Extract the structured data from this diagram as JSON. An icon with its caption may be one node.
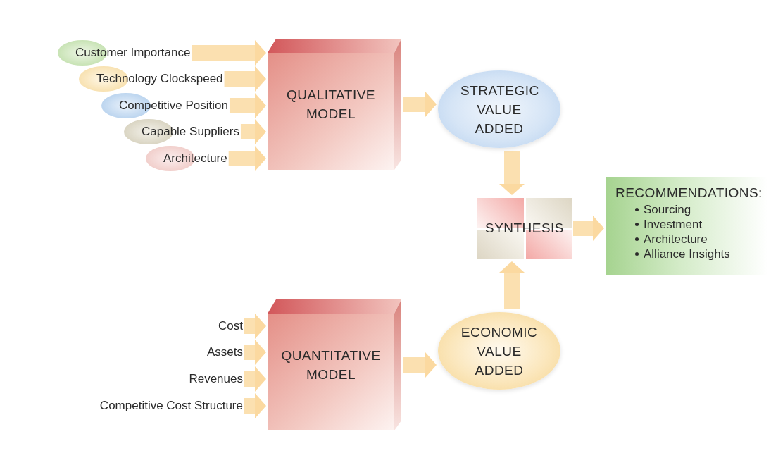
{
  "diagram": {
    "nodes": [
      {
        "text": [
          "Customer Importance"
        ]
      },
      {
        "text": [
          "Technology Clockspeed"
        ]
      },
      {
        "text": [
          "Competitive Position"
        ]
      },
      {
        "text": [
          "Capable Suppliers"
        ]
      },
      {
        "text": [
          "Architecture"
        ]
      },
      {
        "text": [
          "QUALITATIVE MODEL"
        ]
      },
      {
        "text": [
          "STRATEGIC VALUE ADDED"
        ]
      },
      {
        "text": [
          "SYNTHESIS"
        ]
      },
      {
        "text": [
          "RECOMMENDATIONS:",
          "Sourcing",
          "Investment",
          "Architecture",
          "Alliance Insights"
        ]
      },
      {
        "text": [
          "Cost"
        ]
      },
      {
        "text": [
          "Assets"
        ]
      },
      {
        "text": [
          "Revenues"
        ]
      },
      {
        "text": [
          "Competitive Cost Structure"
        ]
      },
      {
        "text": [
          "QUANTITATIVE MODEL"
        ]
      },
      {
        "text": [
          "ECONOMIC VALUE ADDED"
        ]
      }
    ],
    "edges": [
      {
        "from": 0,
        "to": 5,
        "arrow": "to"
      },
      {
        "from": 1,
        "to": 5,
        "arrow": "to"
      },
      {
        "from": 2,
        "to": 5,
        "arrow": "to"
      },
      {
        "from": 3,
        "to": 5,
        "arrow": "to"
      },
      {
        "from": 4,
        "to": 5,
        "arrow": "to"
      },
      {
        "from": 5,
        "to": 6,
        "arrow": "to"
      },
      {
        "from": 6,
        "to": 7,
        "arrow": "to"
      },
      {
        "from": 7,
        "to": 8,
        "arrow": "to"
      },
      {
        "from": 9,
        "to": 13,
        "arrow": "to"
      },
      {
        "from": 10,
        "to": 13,
        "arrow": "to"
      },
      {
        "from": 11,
        "to": 13,
        "arrow": "to"
      },
      {
        "from": 12,
        "to": 13,
        "arrow": "to"
      },
      {
        "from": 13,
        "to": 14,
        "arrow": "to"
      },
      {
        "from": 14,
        "to": 7,
        "arrow": "to"
      }
    ]
  }
}
